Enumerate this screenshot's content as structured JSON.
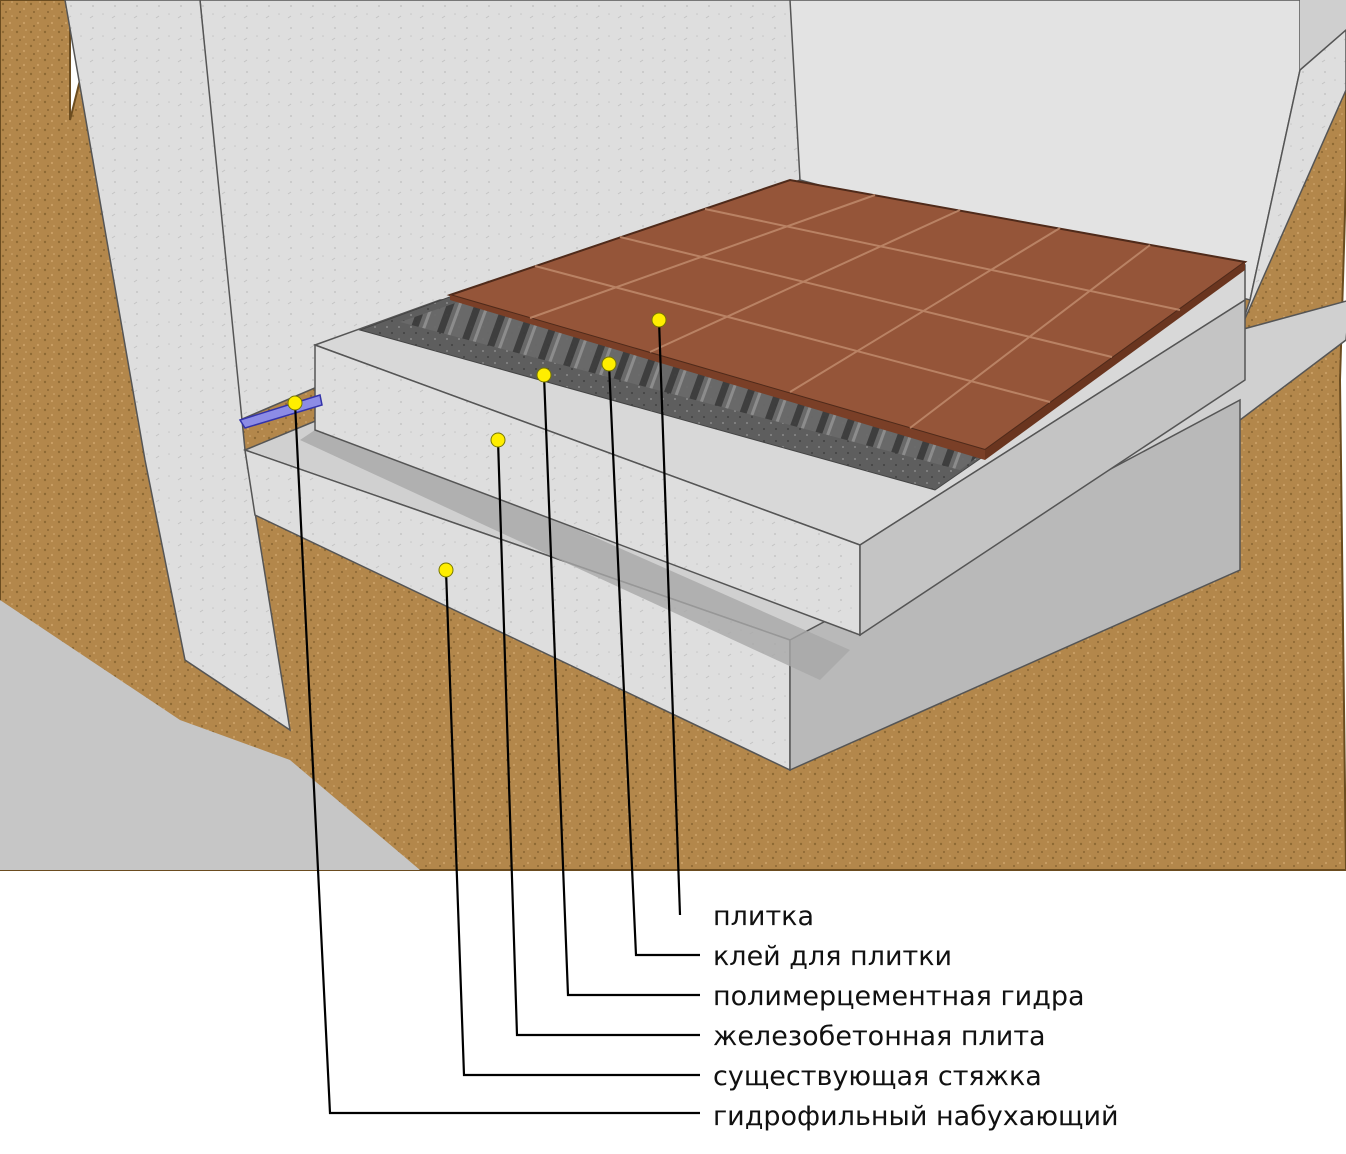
{
  "labels": {
    "tile": "плитка",
    "tile_adhesive": "клей для плитки",
    "polymer_cement_waterproofing": "полимерцементная гидра",
    "rc_slab": "железобетонная плита",
    "existing_screed": "существующая стяжка",
    "hydrophilic_swelling": "гидрофильный набухающий"
  },
  "colors": {
    "soil": "#b0864a",
    "concrete": "#dcdcdc",
    "tile": "#94533a",
    "adhesive": "#6e6e6e",
    "marker": "#ffee00",
    "leader": "#000000",
    "cord": "#8c8ce6"
  }
}
